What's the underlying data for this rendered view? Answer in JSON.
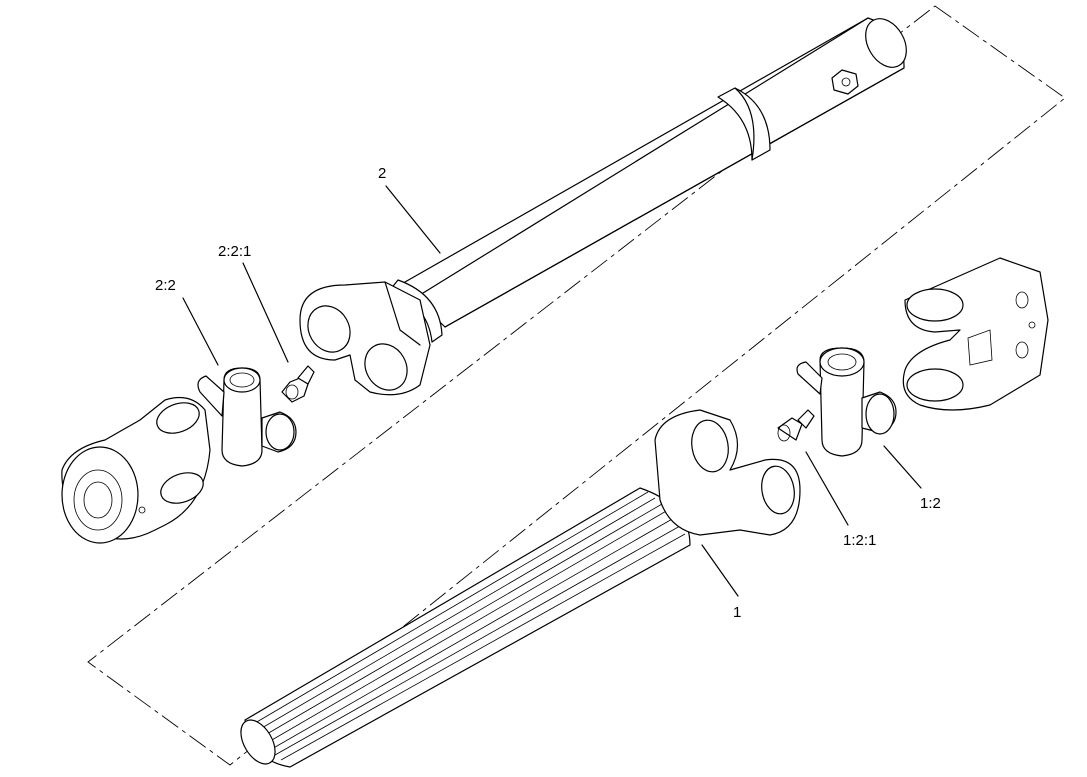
{
  "diagram": {
    "callouts": [
      {
        "id": "tube",
        "label": "2"
      },
      {
        "id": "tube-cross-fitting",
        "label": "2:2:1"
      },
      {
        "id": "tube-cross",
        "label": "2:2"
      },
      {
        "id": "shaft",
        "label": "1"
      },
      {
        "id": "shaft-cross-fitting",
        "label": "1:2:1"
      },
      {
        "id": "shaft-cross",
        "label": "1:2"
      }
    ]
  }
}
